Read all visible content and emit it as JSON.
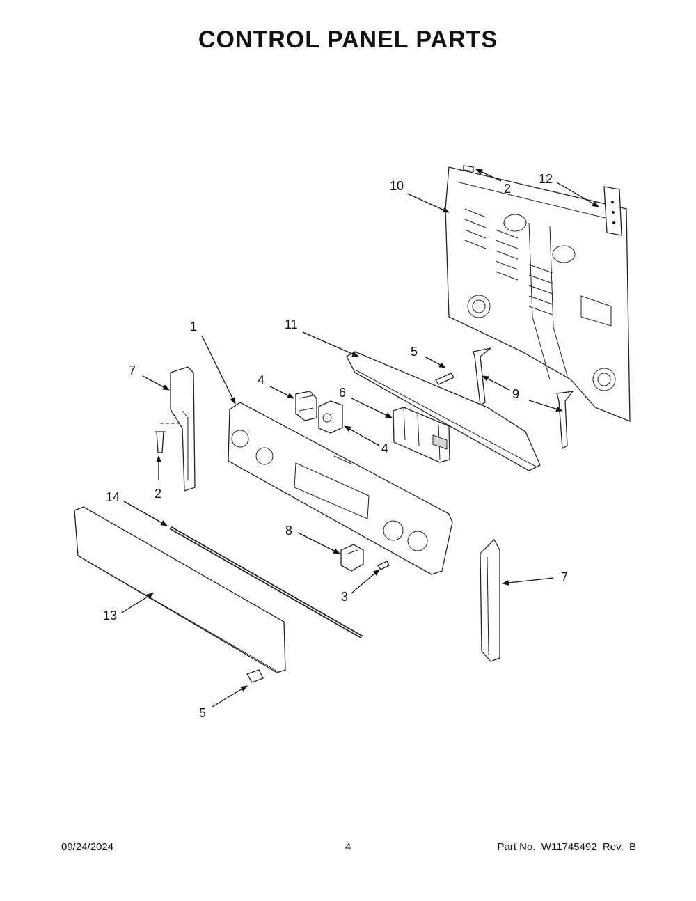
{
  "title": "CONTROL PANEL PARTS",
  "footer": {
    "date": "09/24/2024",
    "page": "4",
    "part_number": "Part No.  W11745492  Rev.  B"
  },
  "callouts": {
    "c1": "1",
    "c2a": "2",
    "c2b": "2",
    "c3": "3",
    "c4a": "4",
    "c4b": "4",
    "c5a": "5",
    "c5b": "5",
    "c6": "6",
    "c7a": "7",
    "c7b": "7",
    "c8": "8",
    "c9": "9",
    "c10": "10",
    "c11": "11",
    "c12": "12",
    "c13": "13",
    "c14": "14"
  },
  "colors": {
    "line": "#222222",
    "fill": "#ffffff",
    "shade": "#d8d8d8"
  }
}
